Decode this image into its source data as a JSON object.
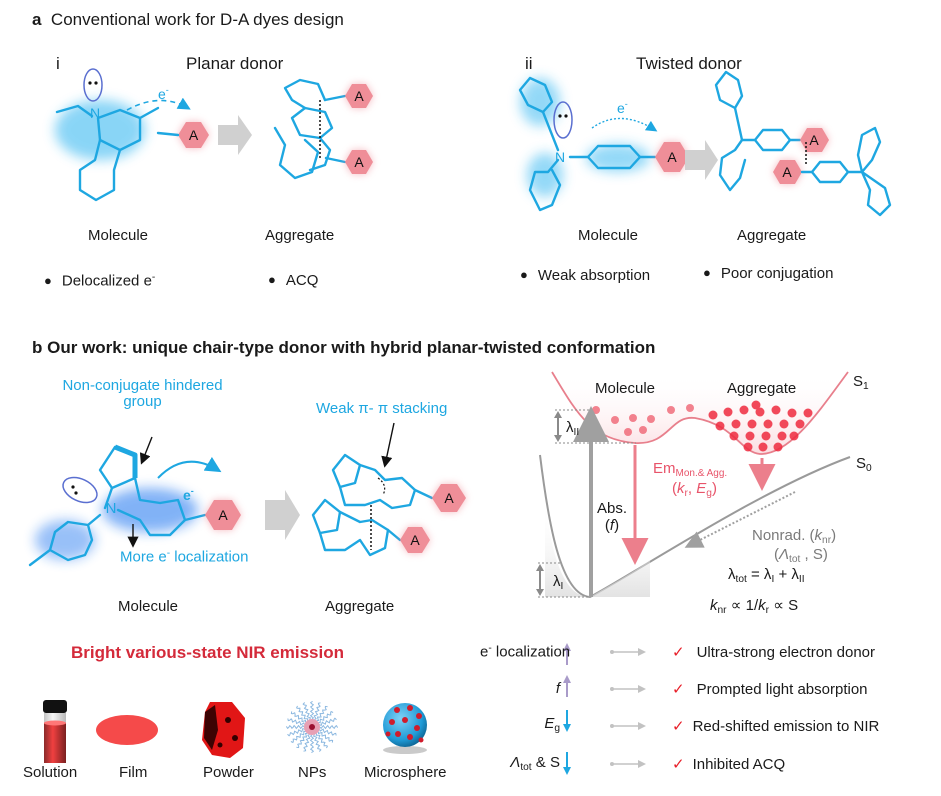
{
  "panel_a": {
    "label": "a",
    "title": "Conventional work for D-A dyes design",
    "sub_i": {
      "numeral": "i",
      "title": "Planar donor",
      "molecule_label": "Molecule",
      "aggregate_label": "Aggregate",
      "electron_label": "e",
      "electron_sup": "-",
      "acceptor_label": "A",
      "nitrogen_label": "N",
      "bullet_1": "Delocalized e",
      "bullet_1_sup": "-",
      "bullet_2": "ACQ"
    },
    "sub_ii": {
      "numeral": "ii",
      "title": "Twisted donor",
      "molecule_label": "Molecule",
      "aggregate_label": "Aggregate",
      "electron_label": "e",
      "electron_sup": "-",
      "acceptor_label": "A",
      "nitrogen_label": "N",
      "bullet_1": "Weak absorption",
      "bullet_2": "Poor conjugation"
    }
  },
  "panel_b": {
    "label": "b",
    "title": "Our work: unique chair-type donor with hybrid planar-twisted conformation",
    "hindered_group_label": "Non-conjugate  hindered group",
    "weak_stacking_label": "Weak π- π stacking",
    "localization_label_pre": "More e",
    "localization_label_sup": "-",
    "localization_label_post": " localization",
    "electron_label": "e",
    "electron_sup": "-",
    "acceptor_label": "A",
    "nitrogen_label": "N",
    "molecule_label": "Molecule",
    "aggregate_label": "Aggregate",
    "energy_diagram": {
      "s1_label": "S",
      "s1_sub": "1",
      "s0_label": "S",
      "s0_sub": "0",
      "molecule_label": "Molecule",
      "aggregate_label": "Aggregate",
      "lambda_II": "λ",
      "lambda_II_sub": "II",
      "lambda_I": "λ",
      "lambda_I_sub": "I",
      "abs_label": "Abs.",
      "abs_param": "f",
      "em_label": "Em",
      "em_sub": "Mon.& Agg.",
      "em_params_pre": "(",
      "em_param_k": "k",
      "em_param_k_sub": "r",
      "em_param_sep": ", ",
      "em_param_E": "E",
      "em_param_E_sub": "g",
      "em_params_post": ")",
      "nonrad_label": "Nonrad. (",
      "nonrad_k": "k",
      "nonrad_k_sub": "nr",
      "nonrad_post": ")",
      "nonrad_params_pre": "(",
      "nonrad_lambda": "Λ",
      "nonrad_lambda_sub": "tot",
      "nonrad_params_post": " , S)",
      "eq1_lhs": "λ",
      "eq1_lhs_sub": "tot",
      "eq1_mid": " = λ",
      "eq1_mid_sub": "I",
      "eq1_plus": " + λ",
      "eq1_rhs_sub": "II",
      "eq2_k": "k",
      "eq2_k_sub": "nr",
      "eq2_mid": " ∝ 1/",
      "eq2_kr": "k",
      "eq2_kr_sub": "r",
      "eq2_post": " ∝ S"
    },
    "emission_title": "Bright various-state NIR emission",
    "states": [
      {
        "label": "Solution",
        "icon": "vial-icon"
      },
      {
        "label": "Film",
        "icon": "film-icon"
      },
      {
        "label": "Powder",
        "icon": "powder-icon"
      },
      {
        "label": "NPs",
        "icon": "nanoparticle-icon"
      },
      {
        "label": "Microsphere",
        "icon": "microsphere-icon"
      }
    ],
    "effects": [
      {
        "param": "e",
        "param_sup": "-",
        "param_post": " localization",
        "direction": "up",
        "result": "Ultra-strong electron donor"
      },
      {
        "param": "f",
        "direction": "up",
        "result": "Prompted light absorption"
      },
      {
        "param": "E",
        "param_sub": "g",
        "direction": "down",
        "result": "Red-shifted emission to NIR"
      },
      {
        "param": "Λ",
        "param_sub": "tot",
        "param_post": " & S",
        "direction": "down",
        "result": "Inhibited ACQ"
      }
    ],
    "check_mark": "✓"
  },
  "colors": {
    "cyan": "#1ea7e1",
    "acceptor_pink": "#ef8e98",
    "emission_red": "#d42a3a",
    "em_arrow_pink": "#ec7f8c",
    "up_arrow_purple": "#a99bc9",
    "down_arrow_blue": "#1ea7e1",
    "grey_arrow": "#bdbdbd"
  }
}
